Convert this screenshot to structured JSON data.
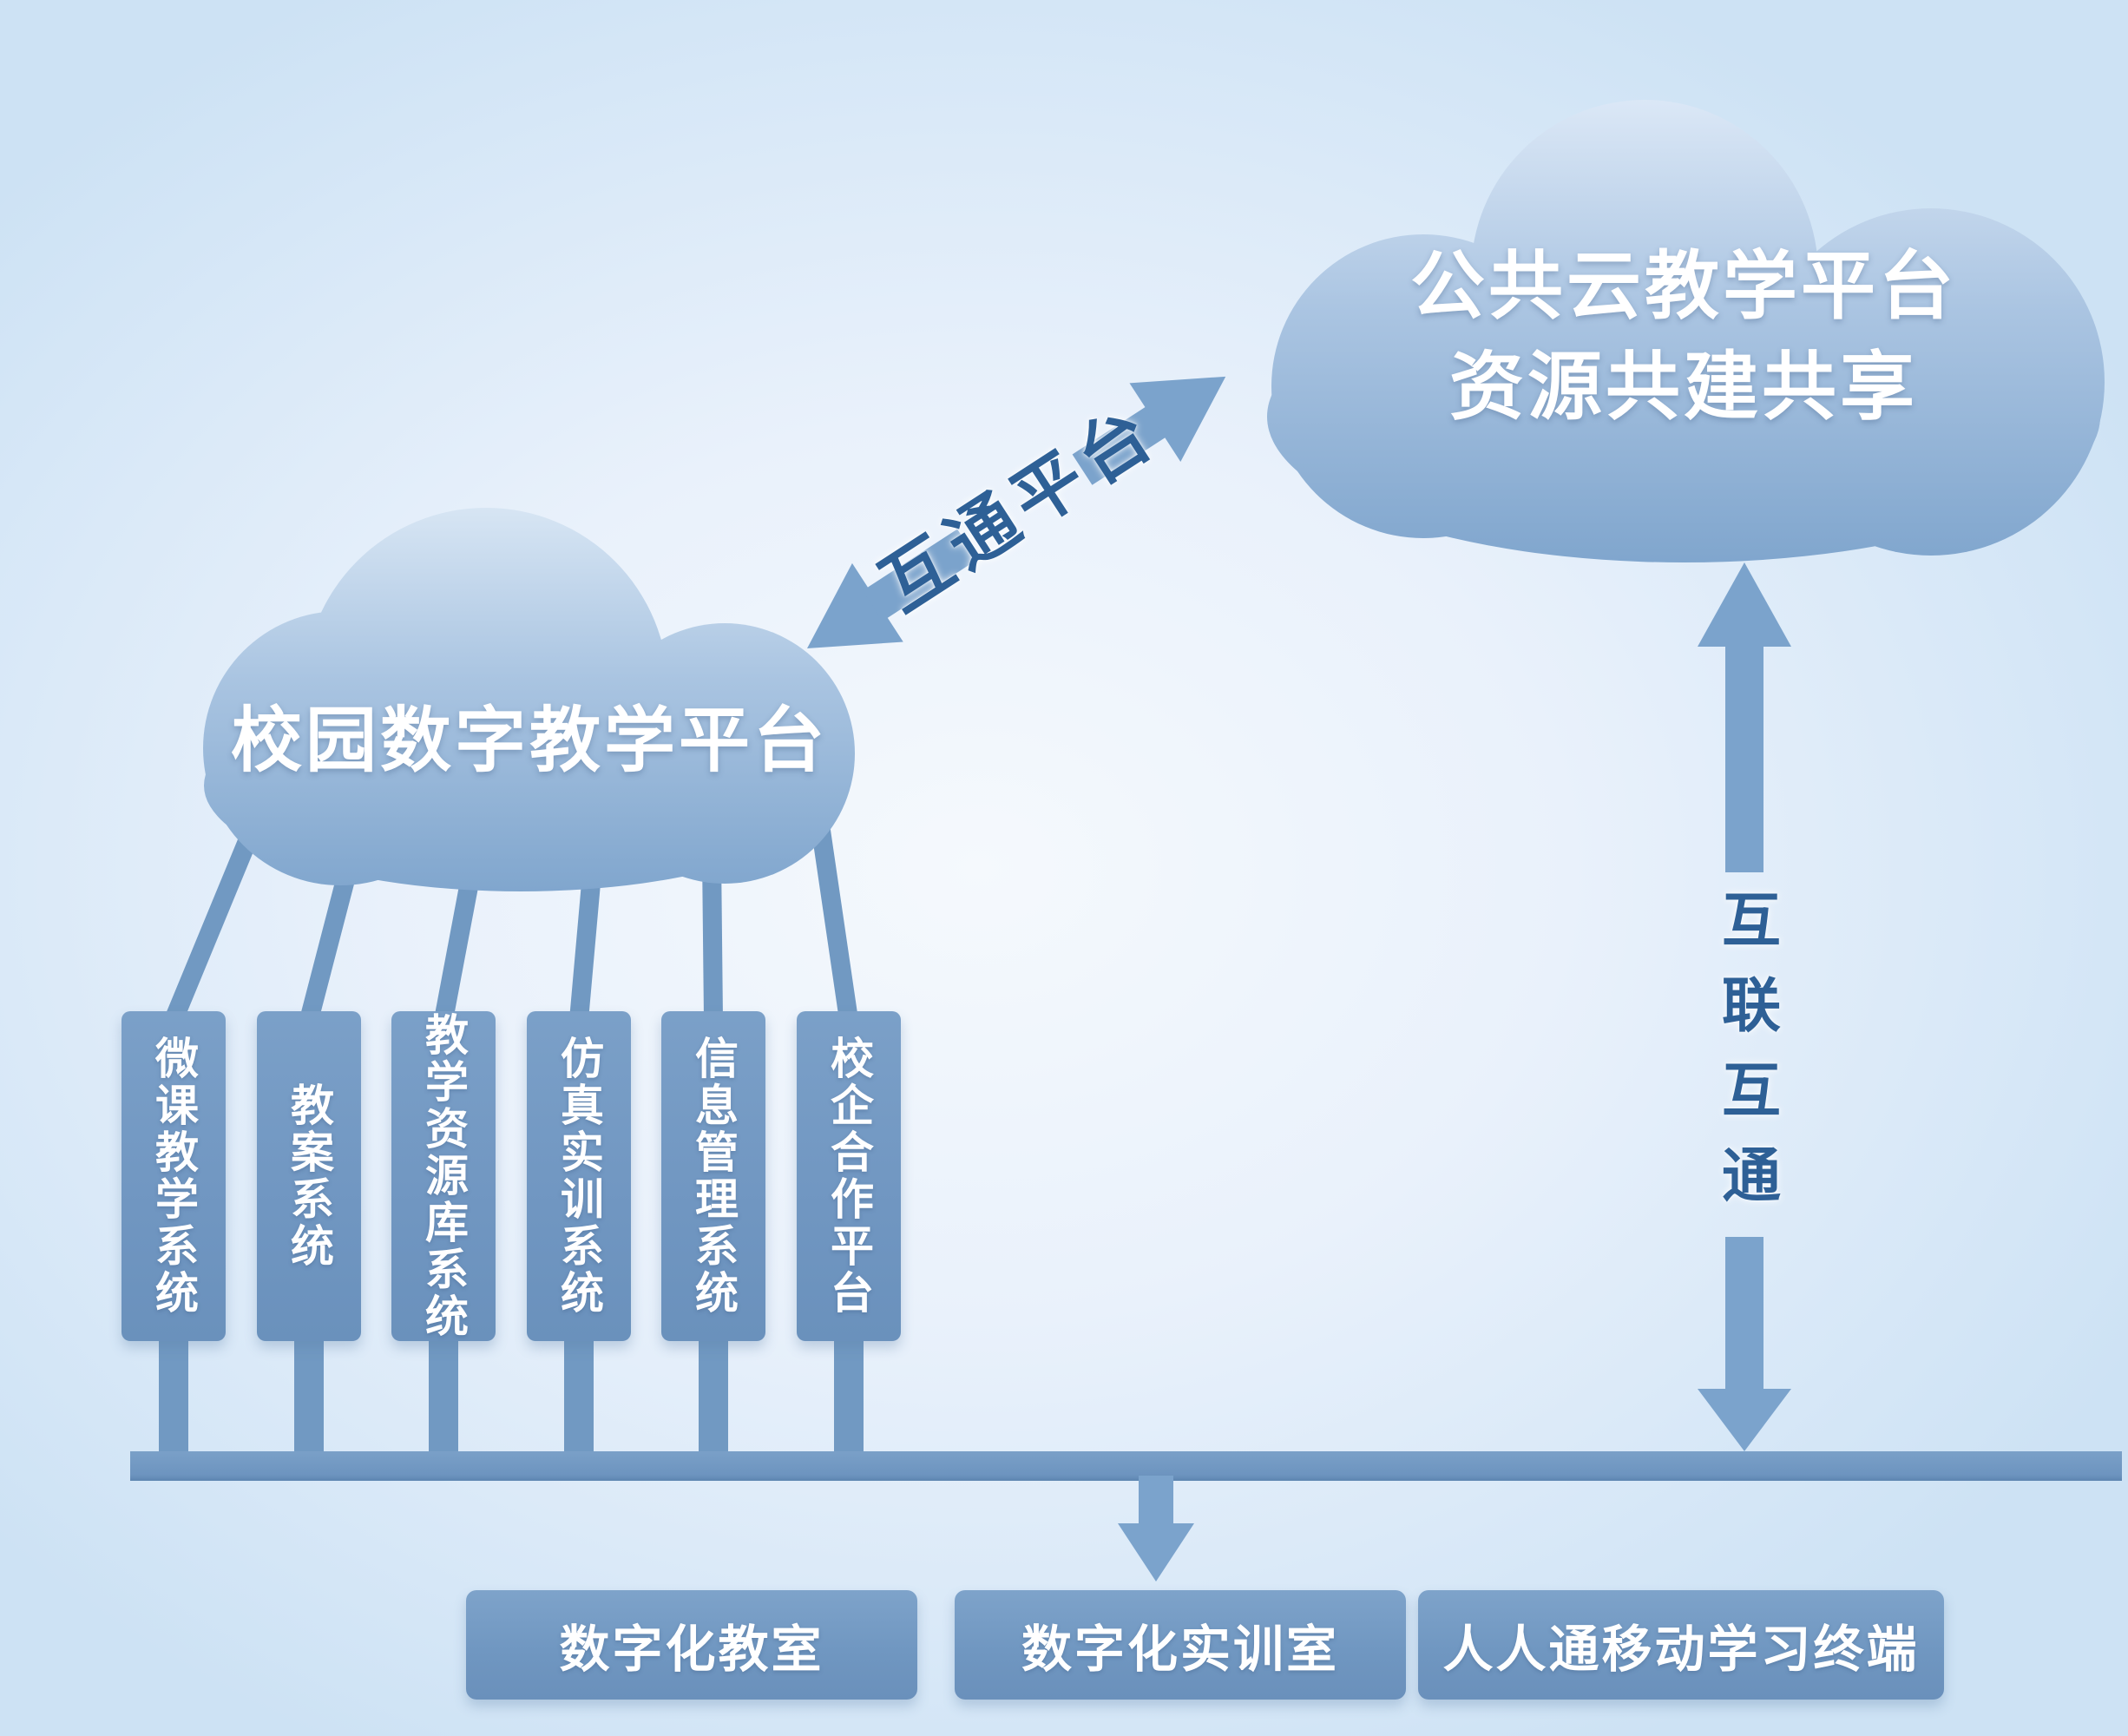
{
  "diagram": {
    "public_cloud": {
      "title_line1": "公共云教学平台",
      "title_line2": "资源共建共享"
    },
    "campus_cloud": {
      "title": "校园数字教学平台"
    },
    "links": {
      "platform_link_label": "互通平台",
      "interconnect_label": "互联互通"
    },
    "systems": [
      {
        "label": "微课教学系统"
      },
      {
        "label": "教案系统"
      },
      {
        "label": "教学资源库系统"
      },
      {
        "label": "仿真实训系统"
      },
      {
        "label": "信息管理系统"
      },
      {
        "label": "校企合作平台"
      }
    ],
    "terminals": [
      {
        "label": "数字化教室"
      },
      {
        "label": "数字化实训室"
      },
      {
        "label": "人人通移动学习终端"
      }
    ],
    "colors": {
      "node_blue": "#7299c3",
      "arrow_blue": "#7ba3cc",
      "cloud_top": "#d9e7f5",
      "cloud_bottom": "#7fa5cd",
      "label_ink": "#2e6096",
      "text": "#ffffff"
    }
  }
}
